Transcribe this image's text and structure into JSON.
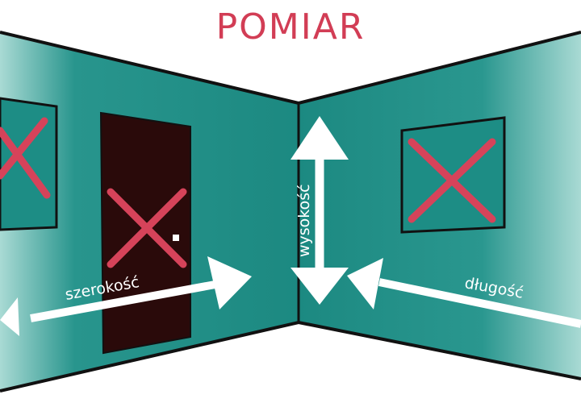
{
  "title": "POMIAR",
  "labels": {
    "width": "szerokość",
    "height": "wysokość",
    "length": "długość"
  },
  "colors": {
    "title": "#d23d55",
    "wall": "#1f8d86",
    "wall_light": "#9dd3cc",
    "door": "#2a0a0a",
    "cross": "#d6435a",
    "arrow": "#ffffff",
    "outline": "#111111"
  }
}
